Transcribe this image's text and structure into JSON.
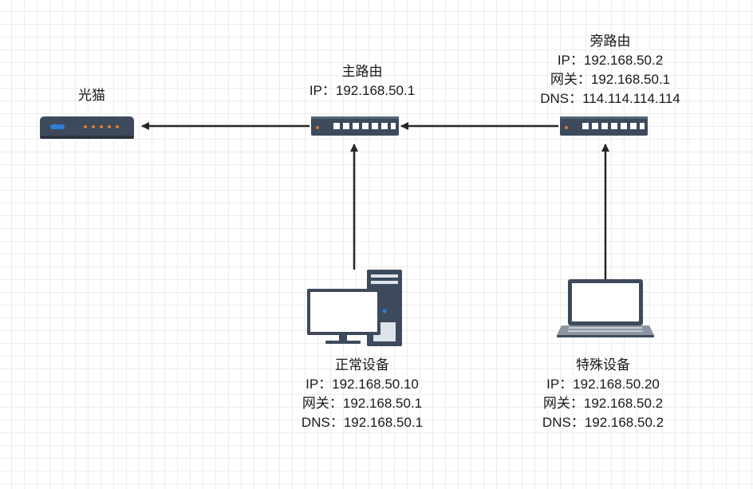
{
  "modem": {
    "name": "光猫"
  },
  "main_router": {
    "name": "主路由",
    "ip": "IP：192.168.50.1"
  },
  "bypass_router": {
    "name": "旁路由",
    "ip": "IP：192.168.50.2",
    "gateway": "网关：192.168.50.1",
    "dns": "DNS：114.114.114.114"
  },
  "normal_device": {
    "name": "正常设备",
    "ip": "IP：192.168.50.10",
    "gateway": "网关：192.168.50.1",
    "dns": "DNS：192.168.50.1"
  },
  "special_device": {
    "name": "特殊设备",
    "ip": "IP：192.168.50.20",
    "gateway": "网关：192.168.50.2",
    "dns": "DNS：192.168.50.2"
  },
  "colors": {
    "device_body": "#3d4a5c",
    "port": "#ffffff",
    "modem_led_blue": "#2f7fd6",
    "modem_led_orange": "#e0762f",
    "arrow": "#262626"
  },
  "icons": [
    "modem-icon",
    "router-icon",
    "desktop-computer-icon",
    "laptop-icon"
  ]
}
